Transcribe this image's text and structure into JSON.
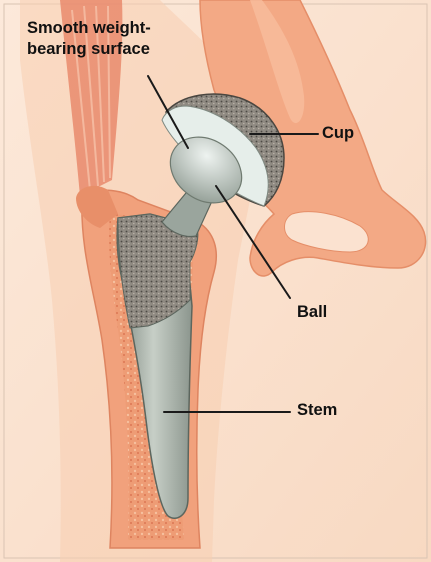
{
  "diagram": {
    "labels": {
      "surface": [
        "Smooth weight-",
        "bearing surface"
      ],
      "cup": "Cup",
      "ball": "Ball",
      "stem": "Stem"
    },
    "colors": {
      "background": "#fbe5d3",
      "skin": "#f6c8a8",
      "bone": "#f2a37f",
      "bone_inner": "#e8825c",
      "marrow": "#f4c39b",
      "muscle": "#e07a5e",
      "metal": "#a9b3a9",
      "metal_dark": "#6f7a70",
      "cup": "#8a8278",
      "liner": "#e4ece8",
      "leader": "#1a1a1a"
    }
  }
}
